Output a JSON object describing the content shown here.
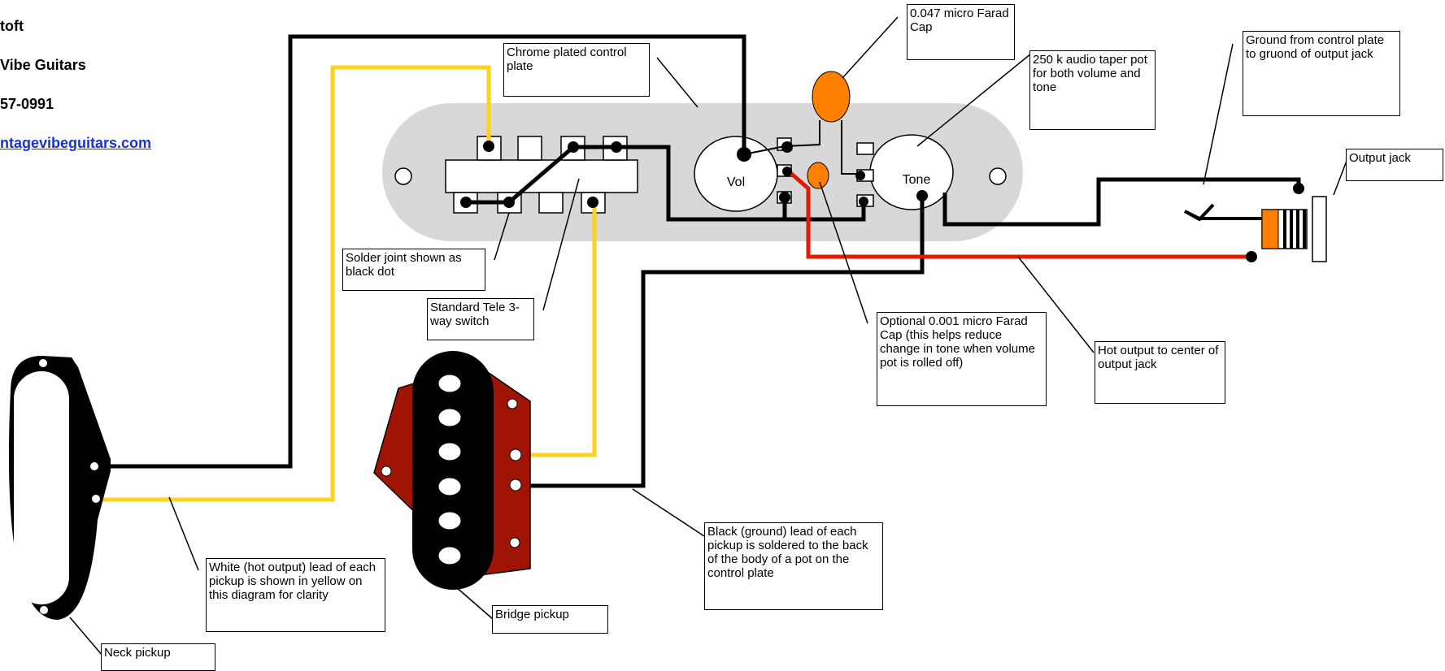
{
  "header": {
    "name": "toft",
    "company": " Vibe Guitars",
    "phone": "57-0991",
    "website": "ntagevibeguitars.com"
  },
  "labels": {
    "control_plate": "Chrome plated control plate",
    "cap_047": "0.047 micro Farad Cap",
    "pot_250k": "250 k audio taper pot for both volume and tone",
    "ground_plate": "Ground from control plate to gruond of output jack",
    "output_jack": "Output jack",
    "solder_joint": "Solder joint shown as black dot",
    "tele_switch": "Standard Tele 3-way switch",
    "cap_001": "Optional 0.001 micro Farad Cap (this helps reduce change in tone when volume pot is rolled off)",
    "hot_output": "Hot output to center of output jack",
    "black_lead": "Black (ground) lead of each pickup is soldered to the back of the body of a pot on the control plate",
    "white_lead": "White (hot output) lead of each pickup is shown in yellow on this diagram for clarity",
    "bridge_pickup": "Bridge pickup",
    "neck_pickup": "Neck pickup"
  },
  "knobs": {
    "vol": "Vol",
    "tone": "Tone"
  },
  "colors": {
    "ground_wire": "#000000",
    "hot_wire": "#ffd21f",
    "output_wire": "#e01b00",
    "capacitor": "#ff7f00",
    "plate": "#d8d8d8",
    "bridge_base": "#a01405",
    "link": "#1a33cc"
  }
}
